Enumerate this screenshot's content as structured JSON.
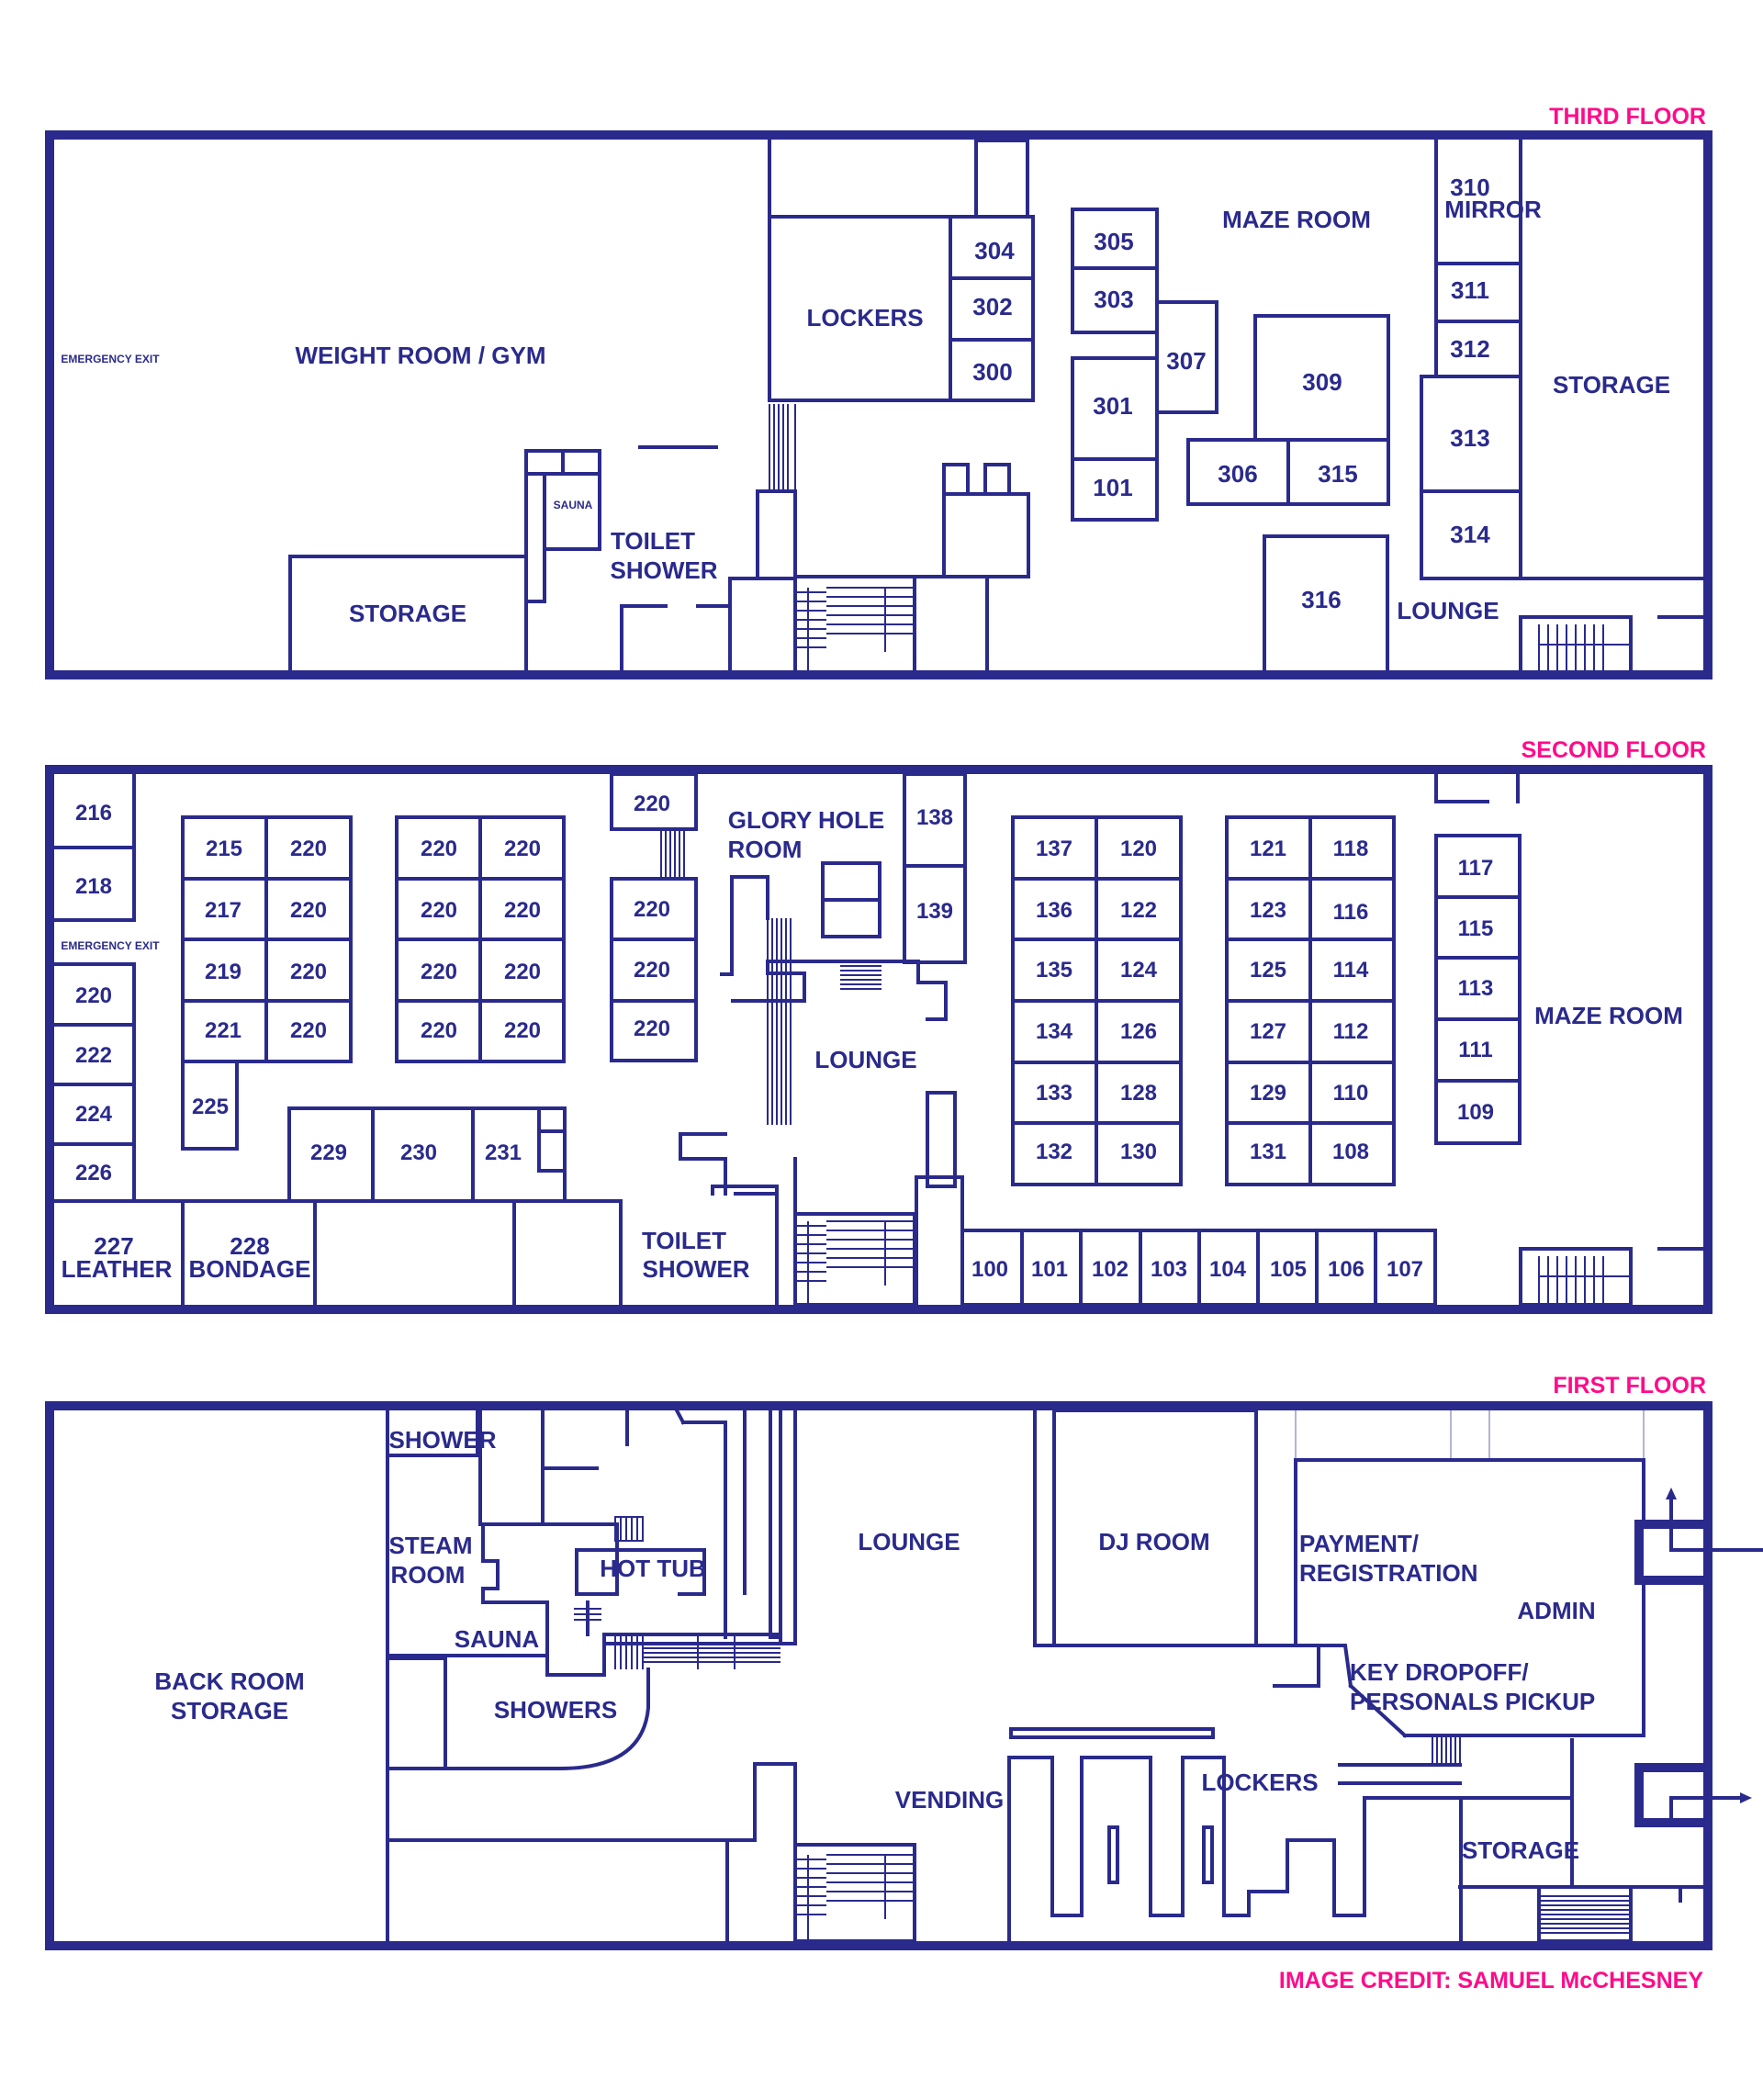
{
  "floors": {
    "third": {
      "heading": "THIRD FLOOR",
      "rooms": {
        "weight_room": "WEIGHT ROOM / GYM",
        "emergency_exit": "EMERGENCY EXIT",
        "lockers": "LOCKERS",
        "r304": "304",
        "r302": "302",
        "r300": "300",
        "r305": "305",
        "r303": "303",
        "r301": "301",
        "r101": "101",
        "r307": "307",
        "maze_room": "MAZE ROOM",
        "r309": "309",
        "r306": "306",
        "r315": "315",
        "r316": "316",
        "r310": "310",
        "mirror": "MIRROR",
        "r311": "311",
        "r312": "312",
        "r313": "313",
        "r314": "314",
        "storage_right": "STORAGE",
        "lounge": "LOUNGE",
        "sauna": "SAUNA",
        "toilet": "TOILET",
        "shower": "SHOWER",
        "storage_left": "STORAGE"
      }
    },
    "second": {
      "heading": "SECOND FLOOR",
      "rooms": {
        "r216": "216",
        "r218": "218",
        "emergency_exit": "EMERGENCY EXIT",
        "r220_left": "220",
        "r222": "222",
        "r224": "224",
        "r226": "226",
        "r227": "227",
        "leather": "LEATHER",
        "r228": "228",
        "bondage": "BONDAGE",
        "r215": "215",
        "r217": "217",
        "r219": "219",
        "r221": "221",
        "r225": "225",
        "r220": "220",
        "r229": "229",
        "r230": "230",
        "r231": "231",
        "glory_hole": "GLORY HOLE",
        "room": "ROOM",
        "r138": "138",
        "r139": "139",
        "lounge": "LOUNGE",
        "toilet": "TOILET",
        "shower": "SHOWER",
        "r137": "137",
        "r120": "120",
        "r136": "136",
        "r122": "122",
        "r135": "135",
        "r124": "124",
        "r134": "134",
        "r126": "126",
        "r133": "133",
        "r128": "128",
        "r132": "132",
        "r130": "130",
        "r121": "121",
        "r118": "118",
        "r123": "123",
        "r116": "116",
        "r125": "125",
        "r114": "114",
        "r127": "127",
        "r112": "112",
        "r129": "129",
        "r110": "110",
        "r131": "131",
        "r108": "108",
        "r117": "117",
        "r115": "115",
        "r113": "113",
        "r111": "111",
        "r109": "109",
        "maze_room": "MAZE ROOM",
        "r100": "100",
        "r101": "101",
        "r102": "102",
        "r103": "103",
        "r104": "104",
        "r105": "105",
        "r106": "106",
        "r107": "107"
      }
    },
    "first": {
      "heading": "FIRST FLOOR",
      "rooms": {
        "back_room": "BACK ROOM",
        "storage_back": "STORAGE",
        "shower": "SHOWER",
        "steam": "STEAM",
        "steam_room": "ROOM",
        "hot_tub": "HOT TUB",
        "sauna": "SAUNA",
        "showers": "SHOWERS",
        "lounge": "LOUNGE",
        "dj_room": "DJ ROOM",
        "payment": "PAYMENT/",
        "registration": "REGISTRATION",
        "admin": "ADMIN",
        "key_dropoff": "KEY DROPOFF/",
        "personals_pickup": "PERSONALS PICKUP",
        "vending": "VENDING",
        "lockers": "LOCKERS",
        "storage": "STORAGE"
      }
    }
  },
  "credit": {
    "text": "IMAGE CREDIT: SAMUEL McCHESNEY"
  },
  "colors": {
    "wall": "#2a2a8c",
    "heading": "#ff0b8a"
  }
}
